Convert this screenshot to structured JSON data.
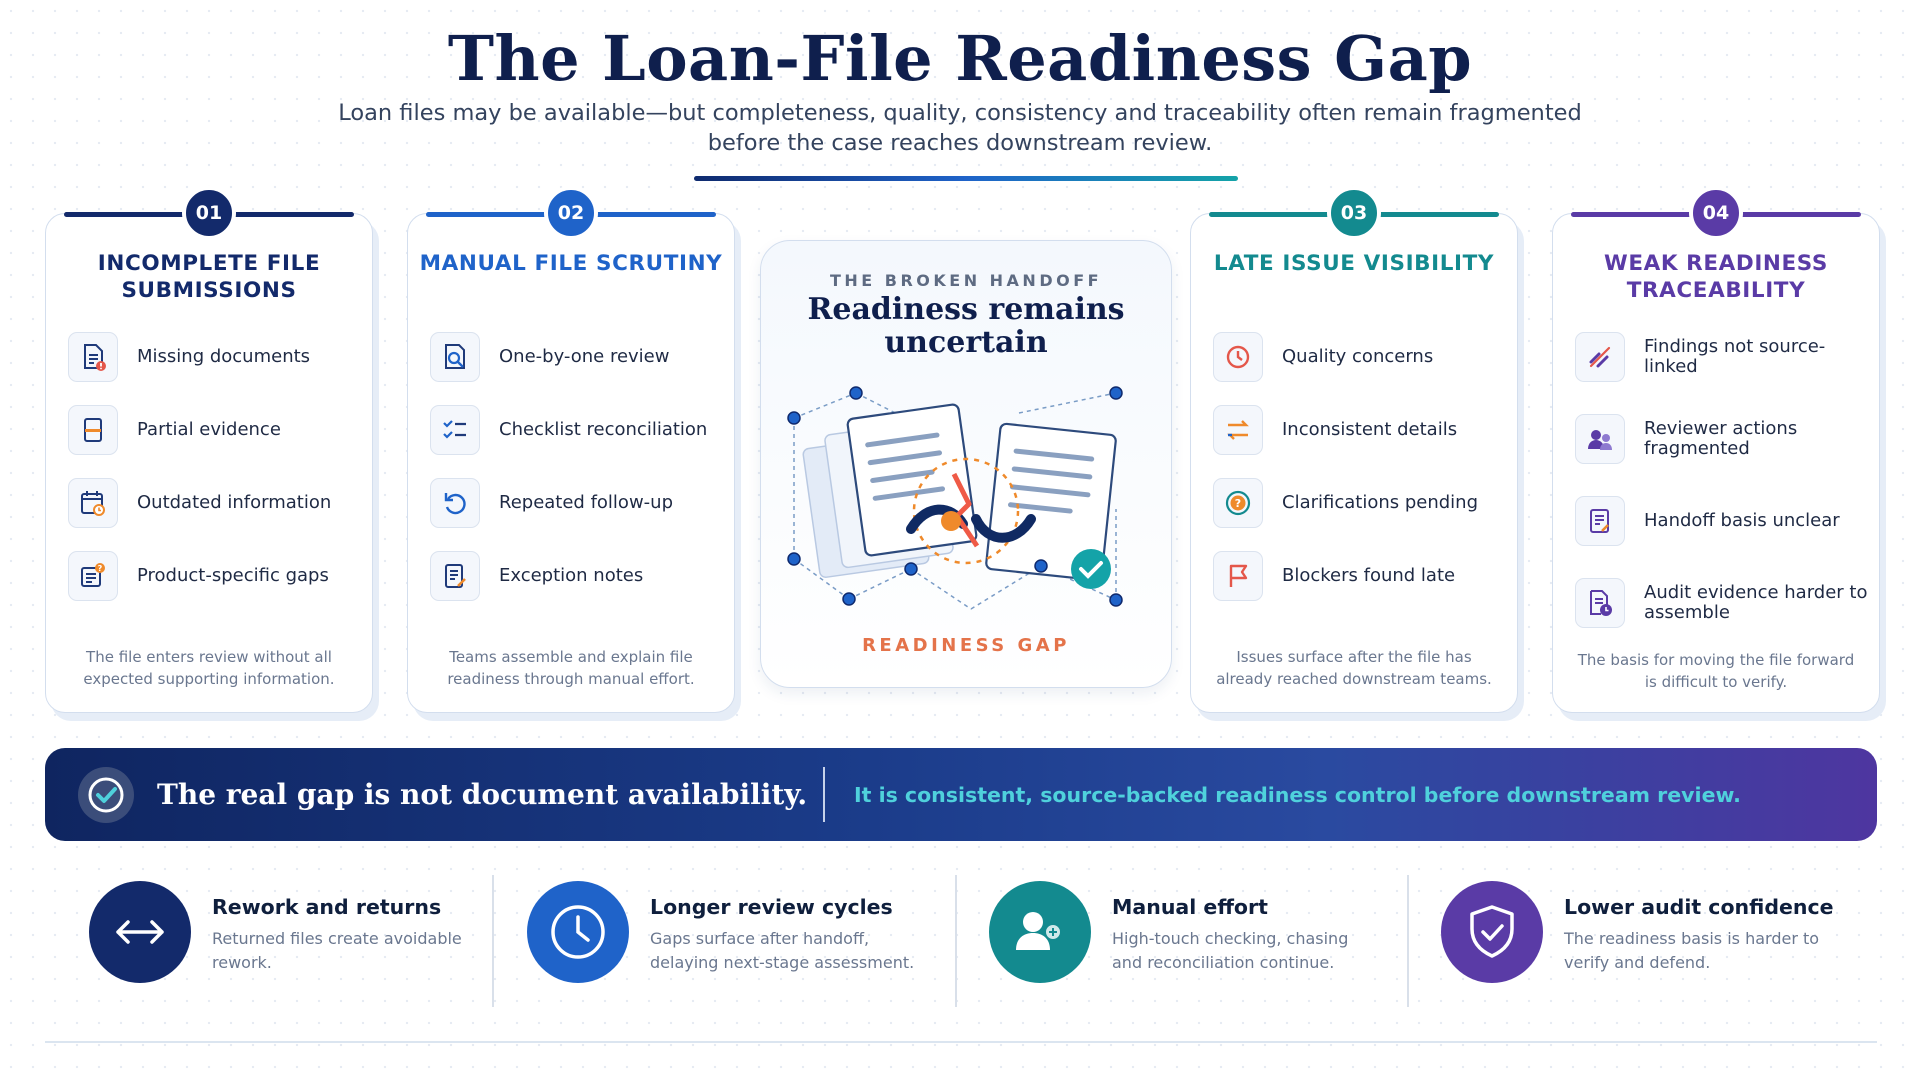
{
  "header": {
    "title": "The Loan-File Readiness Gap",
    "subtitle": "Loan files may be available—but completeness, quality, consistency and traceability often remain fragmented before the case reaches downstream review."
  },
  "cards": [
    {
      "number": "01",
      "title": "INCOMPLETE FILE SUBMISSIONS",
      "color": "#132a6b",
      "items": [
        {
          "icon": "missing-document-icon",
          "label": "Missing documents"
        },
        {
          "icon": "partial-evidence-icon",
          "label": "Partial evidence"
        },
        {
          "icon": "calendar-clock-icon",
          "label": "Outdated information"
        },
        {
          "icon": "form-question-icon",
          "label": "Product-specific gaps"
        }
      ],
      "footer": "The file enters review without all expected supporting information."
    },
    {
      "number": "02",
      "title": "MANUAL FILE SCRUTINY",
      "color": "#1f63c9",
      "items": [
        {
          "icon": "document-search-icon",
          "label": "One-by-one review"
        },
        {
          "icon": "checklist-icon",
          "label": "Checklist reconciliation"
        },
        {
          "icon": "refresh-icon",
          "label": "Repeated follow-up"
        },
        {
          "icon": "notes-pen-icon",
          "label": "Exception notes"
        }
      ],
      "footer": "Teams assemble and explain file readiness through manual effort."
    },
    {
      "number": "03",
      "title": "LATE ISSUE VISIBILITY",
      "color": "#138a8f",
      "items": [
        {
          "icon": "clock-icon",
          "label": "Quality concerns"
        },
        {
          "icon": "swap-arrows-icon",
          "label": "Inconsistent details"
        },
        {
          "icon": "question-icon",
          "label": "Clarifications pending"
        },
        {
          "icon": "flag-icon",
          "label": "Blockers found late"
        }
      ],
      "footer": "Issues surface after the file has already reached downstream teams."
    },
    {
      "number": "04",
      "title": "WEAK READINESS TRACEABILITY",
      "color": "#5a3ba6",
      "items": [
        {
          "icon": "broken-link-icon",
          "label": "Findings not source-linked"
        },
        {
          "icon": "users-icon",
          "label": "Reviewer actions fragmented"
        },
        {
          "icon": "document-edit-icon",
          "label": "Handoff basis unclear"
        },
        {
          "icon": "document-clock-icon",
          "label": "Audit evidence harder to assemble"
        }
      ],
      "footer": "The basis for moving the file forward is difficult to verify."
    }
  ],
  "center": {
    "kicker": "THE BROKEN HANDOFF",
    "heading": "Readiness remains uncertain",
    "footer": "READINESS GAP",
    "icon": "broken-handoff-illustration"
  },
  "banner": {
    "left": "The real gap is not document availability.",
    "right": "It is consistent, source-backed readiness control before downstream review.",
    "icon": "check-circle-icon"
  },
  "impacts": [
    {
      "icon": "double-arrow-icon",
      "title": "Rework and returns",
      "desc": "Returned files create avoidable rework.",
      "color": "#132a6b"
    },
    {
      "icon": "clock-icon",
      "title": "Longer review cycles",
      "desc": "Gaps surface after handoff, delaying next-stage assessment.",
      "color": "#1f63c9"
    },
    {
      "icon": "user-add-icon",
      "title": "Manual effort",
      "desc": "High-touch checking, chasing and reconciliation continue.",
      "color": "#138a8f"
    },
    {
      "icon": "shield-check-icon",
      "title": "Lower audit confidence",
      "desc": "The readiness basis is harder to verify and defend.",
      "color": "#5a3ba6"
    }
  ]
}
